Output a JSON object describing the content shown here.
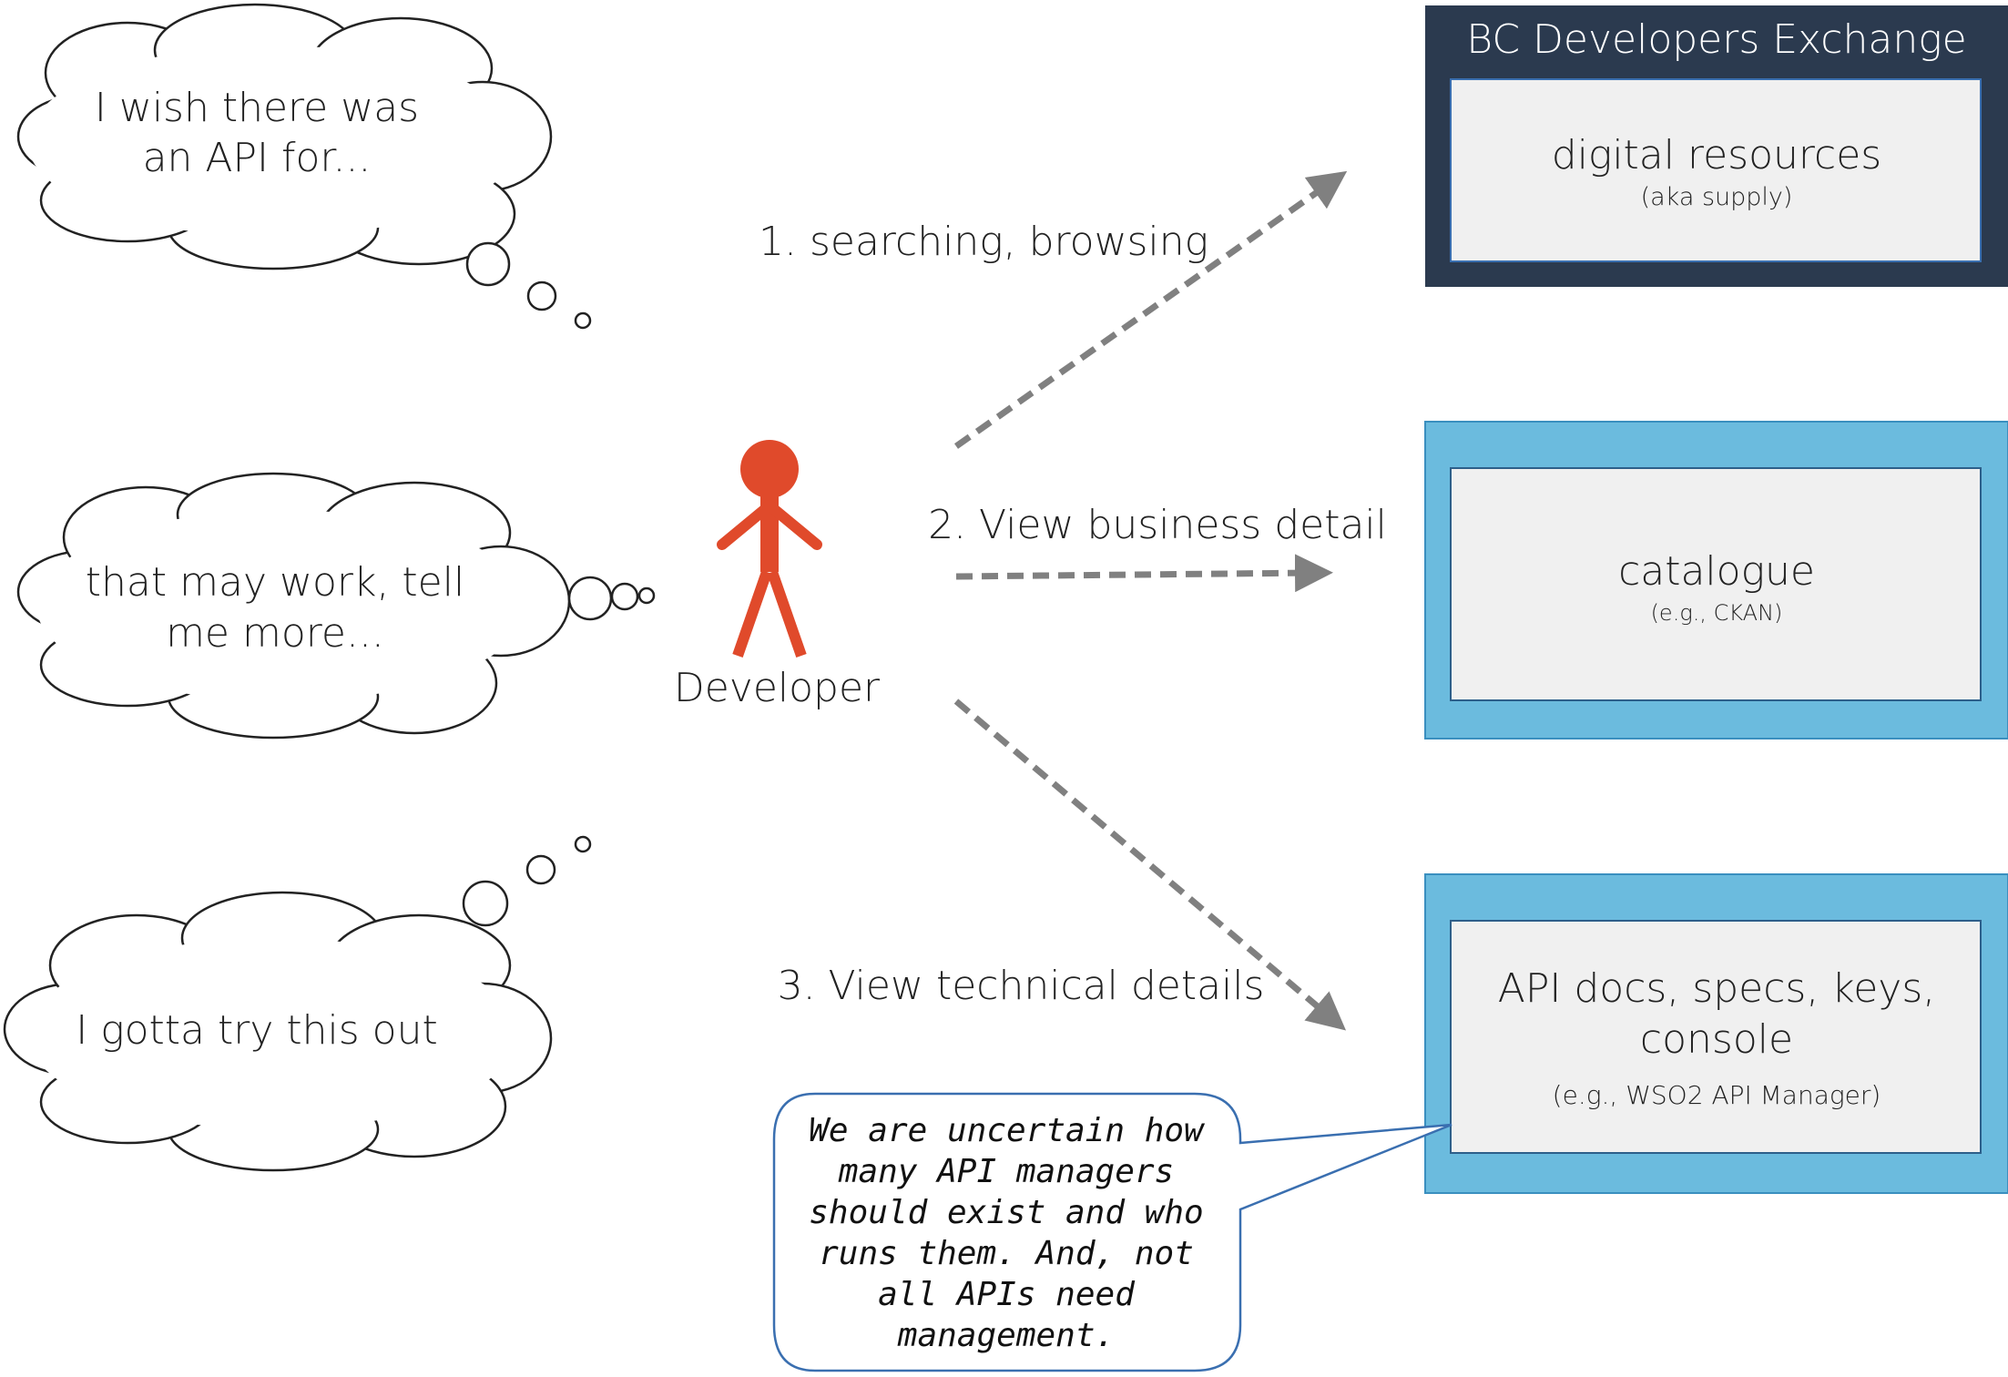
{
  "thoughts": {
    "wish_line1": "I wish there was",
    "wish_line2": "an API for...",
    "maybe_line1": "that may work, tell",
    "maybe_line2": "me more...",
    "try": "I gotta try this out"
  },
  "actor": {
    "label": "Developer",
    "color": "#e04a2b"
  },
  "steps": {
    "step1": "1. searching, browsing",
    "step2": "2. View business detail",
    "step3": "3. View technical details"
  },
  "exchange": {
    "title": "BC Developers Exchange",
    "frame_color": "#2b3a4f"
  },
  "boxes": {
    "digital_title": "digital resources",
    "digital_sub": "(aka supply)",
    "catalogue_title": "catalogue",
    "catalogue_sub": "(e.g., CKAN)",
    "api_line1": "API docs, specs, keys,",
    "api_line2": "console",
    "api_sub": "(e.g., WSO2 API Manager)",
    "frame_color": "#6bbbde",
    "inner_color": "#f0f0f0"
  },
  "note": {
    "lines": [
      "We are uncertain how",
      "many API managers",
      "should exist and who",
      "runs them.  And, not",
      "all APIs need",
      "management."
    ]
  },
  "arrow_color": "#808080"
}
